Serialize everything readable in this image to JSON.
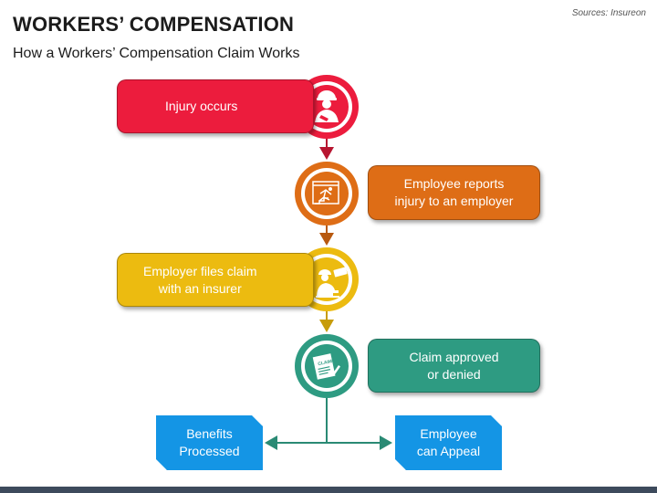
{
  "header": {
    "title": "WORKERS’ COMPENSATION",
    "subtitle": "How a Workers’ Compensation Claim Works",
    "source": "Sources: Insureon"
  },
  "steps": [
    {
      "label": "Injury occurs",
      "color": "#ec1c3d",
      "icon": "injured-person-icon"
    },
    {
      "label": "Employee reports\ninjury to an employer",
      "color": "#de6d16",
      "icon": "slip-fall-report-icon"
    },
    {
      "label": "Employer files claim\nwith an insurer",
      "color": "#ecbb10",
      "icon": "worker-filing-icon"
    },
    {
      "label": "Claim approved\nor denied",
      "color": "#2e9b82",
      "icon": "claim-document-icon"
    }
  ],
  "outcomes": [
    {
      "label": "Benefits\nProcessed",
      "color": "#1495e5"
    },
    {
      "label": "Employee\ncan Appeal",
      "color": "#1495e5"
    }
  ],
  "icon_text": {
    "claim": "CLAIM"
  }
}
